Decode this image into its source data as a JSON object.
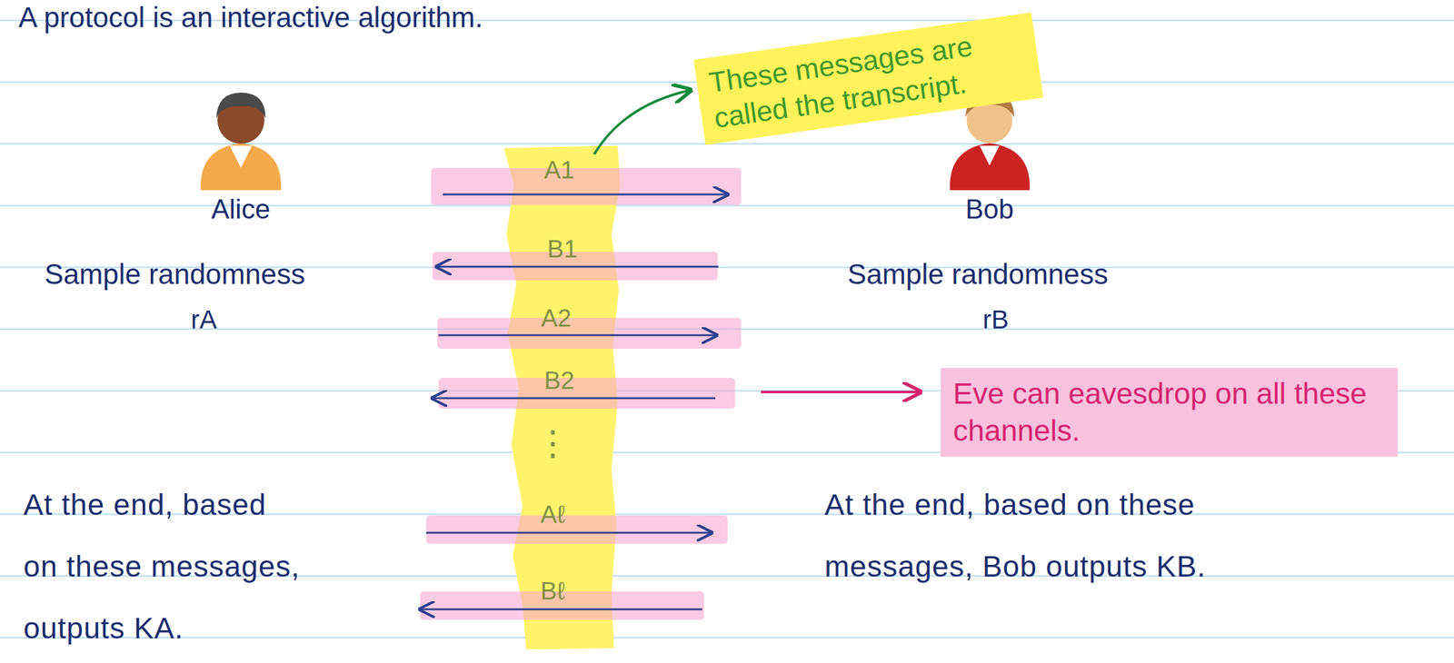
{
  "diagram": {
    "title": "A protocol is an interactive algorithm.",
    "nodes": [
      {
        "text": [
          "These messages are called the transcript."
        ]
      },
      {
        "text": [
          "Eve can eavesdrop on all these channels."
        ]
      }
    ],
    "labels": [
      "Alice",
      "Bob",
      "Sample randomness",
      "rA",
      "Sample randomness",
      "rB",
      "A1",
      "B1",
      "A2",
      "B2",
      "⋮",
      "Aℓ",
      "Bℓ",
      "At the end, based on these messages, outputs KA.",
      "At the end, based on these messages, Bob outputs KB."
    ]
  }
}
